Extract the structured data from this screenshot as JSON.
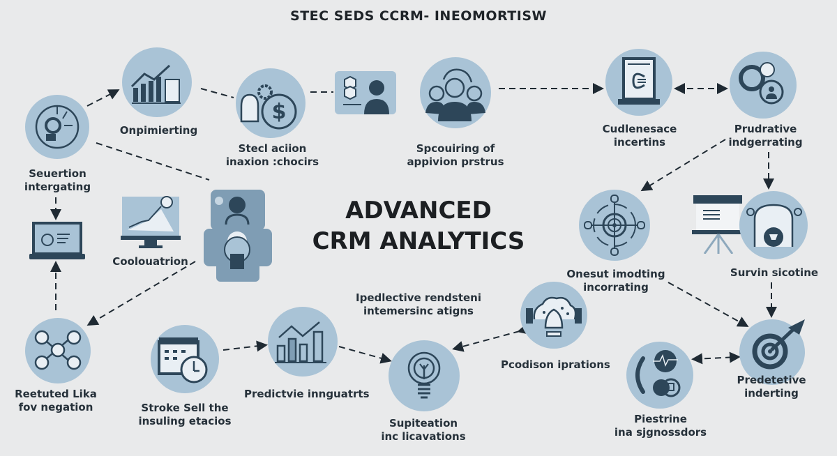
{
  "header": {
    "title": "STEC SEDS CCRM- INEOMORTISW"
  },
  "center": {
    "line1": "ADVANCED",
    "line2": "CRM ANALYTICS"
  },
  "colors": {
    "background": "#e9eaeb",
    "circle_fill": "#a9c3d6",
    "icon_dark": "#2d4659",
    "text": "#26313a"
  },
  "nodes": {
    "selection": {
      "line1": "Seuertion",
      "line2": "intergating",
      "icon": "lightbulb-network-icon"
    },
    "optimizing": {
      "line1": "Onpimierting",
      "icon": "bar-chart-trend-icon"
    },
    "social_action": {
      "line1": "Stecl aciion",
      "line2": "inaxion :chocirs",
      "icon": "person-gear-dollar-icon"
    },
    "profile_card": {
      "icon": "profile-card-icon"
    },
    "group": {
      "line1": "Spcouiring of",
      "line2": "appivion prstrus",
      "icon": "people-group-icon"
    },
    "audience": {
      "line1": "Cudlenesace",
      "line2": "incertins",
      "icon": "tablet-document-icon"
    },
    "predictive_top": {
      "line1": "Prudrative",
      "line2": "indgerrating",
      "icon": "user-circles-icon"
    },
    "laptop": {
      "icon": "laptop-icon"
    },
    "collaboration": {
      "line1": "Coolouatrion",
      "icon": "monitor-chart-icon"
    },
    "people_stack": {
      "icon": "people-stack-icon"
    },
    "onsite": {
      "line1": "Onesut imodting",
      "line2": "incorrating",
      "icon": "target-network-icon"
    },
    "presentation": {
      "icon": "presentation-board-icon"
    },
    "survey": {
      "line1": "Survin sicotine",
      "icon": "robot-icon"
    },
    "routed": {
      "line1": "Reetuted Lika",
      "line2": "fov negation",
      "icon": "network-nodes-icon"
    },
    "stroke": {
      "line1": "Stroke Sell the",
      "line2": "insuling etacios",
      "icon": "calendar-clock-icon"
    },
    "predictive_in": {
      "line1": "Predictvie innguatrts",
      "icon": "bar-chart-line-icon"
    },
    "trends": {
      "line1": "Ipedlective rendsteni",
      "line2": "intemersinc atigns"
    },
    "supiteation": {
      "line1": "Supiteation",
      "line2": "inc licavations",
      "icon": "lightbulb-icon"
    },
    "prediction": {
      "line1": "Pcodison iprations",
      "icon": "brain-cloud-icon"
    },
    "pipeline": {
      "line1": "Piestrine",
      "line2": "ina sjgnossdors",
      "icon": "pulse-chart-icon"
    },
    "predetective": {
      "line1": "Predetetive",
      "line2": "inderting",
      "icon": "target-arrow-icon"
    }
  }
}
